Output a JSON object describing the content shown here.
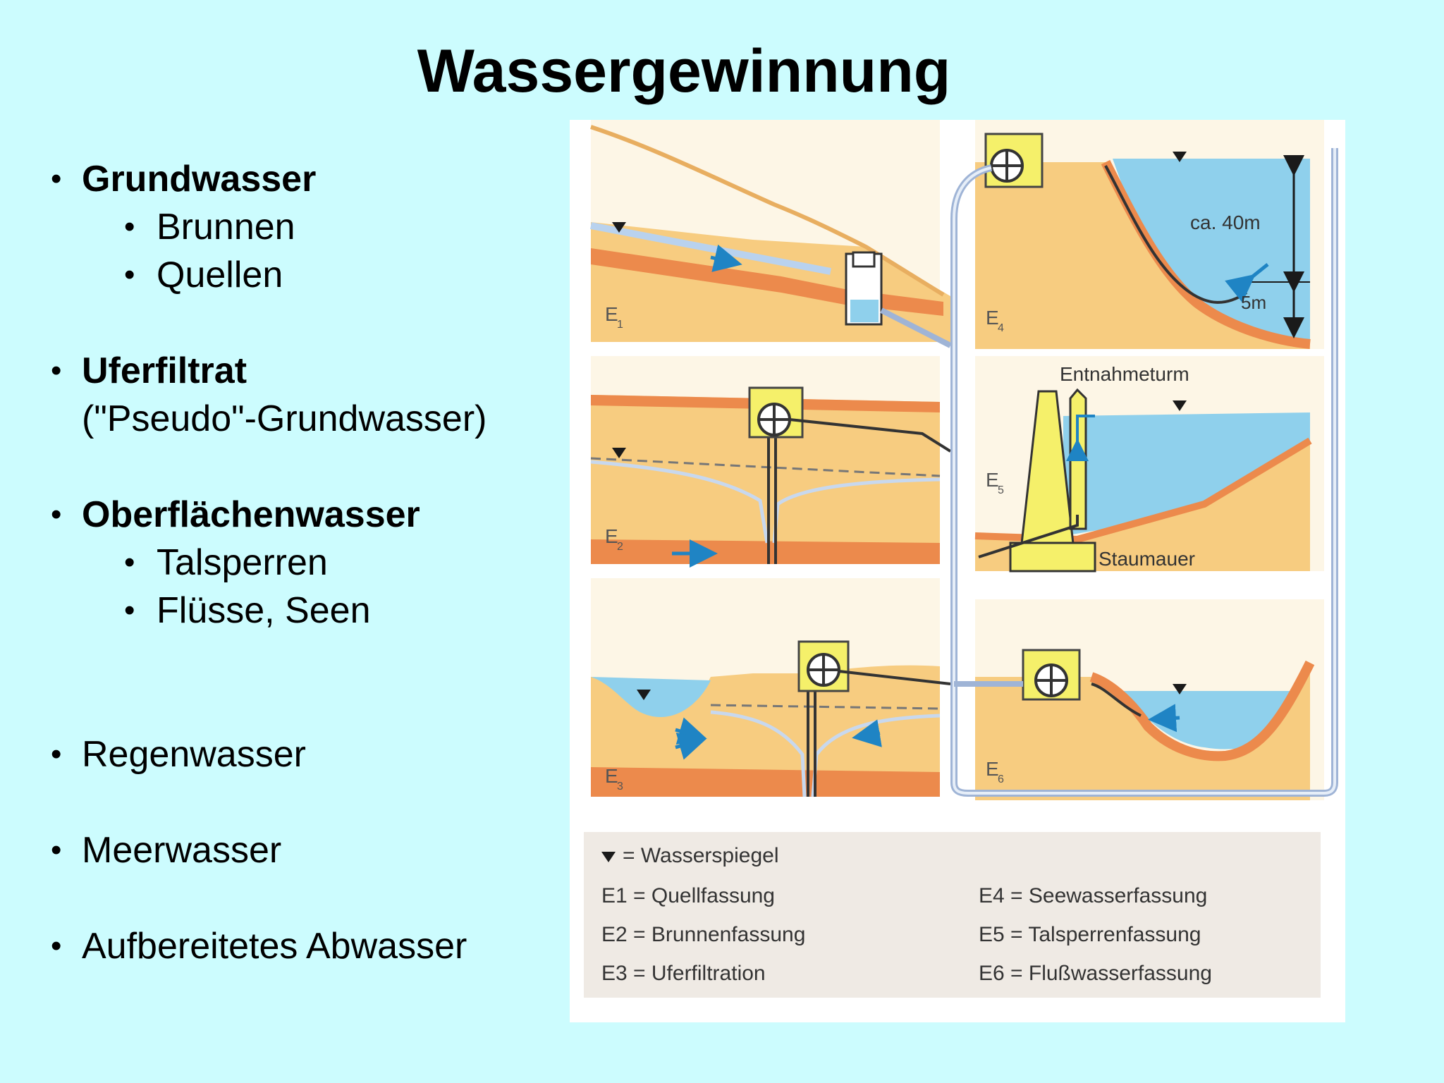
{
  "title": "Wassergewinnung",
  "bullets": {
    "grundwasser": "Grundwasser",
    "brunnen": "Brunnen",
    "quellen": "Quellen",
    "uferfiltrat": "Uferfiltrat",
    "pseudo": "(\"Pseudo\"-Grundwasser)",
    "oberflaechenwasser": "Oberflächenwasser",
    "talsperren": "Talsperren",
    "fluesse": "Flüsse, Seen",
    "regenwasser": "Regenwasser",
    "meerwasser": "Meerwasser",
    "abwasser": "Aufbereitetes Abwasser"
  },
  "figure": {
    "panel_labels": {
      "e1": "E1",
      "e2": "E2",
      "e3": "E3",
      "e4": "E4",
      "e5": "E5",
      "e6": "E6"
    },
    "depth_label": "ca. 40m",
    "intake_depth_label": "5m",
    "tower_label": "Entnahmeturm",
    "dam_label": "Staumauer",
    "legend": {
      "water_level": "= Wasserspiegel",
      "e1": "E1 = Quellfassung",
      "e2": "E2 = Brunnenfassung",
      "e3": "E3 = Uferfiltration",
      "e4": "E4 = Seewasserfassung",
      "e5": "E5 = Talsperrenfassung",
      "e6": "E6 = Flußwasserfassung"
    }
  },
  "colors": {
    "background": "#ccfcfe",
    "soil": "#f7cc80",
    "clay_layer": "#ec8a4c",
    "water": "#8fd0ec",
    "pipe": "#9fb4d6",
    "pump_box": "#f5f06a",
    "legend_bg": "#efeae4"
  }
}
